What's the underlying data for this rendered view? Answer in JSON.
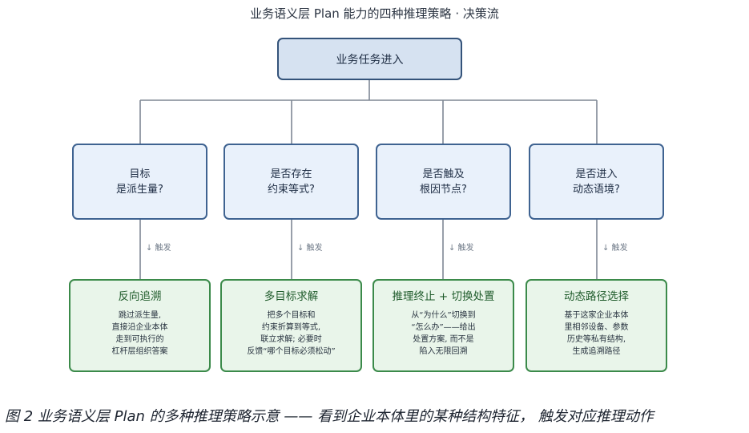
{
  "title": "业务语义层 Plan 能力的四种推理策略 · 决策流",
  "root": {
    "label": "业务任务进入"
  },
  "questions": [
    {
      "lines": [
        "目标",
        "是派生量?"
      ]
    },
    {
      "lines": [
        "是否存在",
        "约束等式?"
      ]
    },
    {
      "lines": [
        "是否触及",
        "根因节点?"
      ]
    },
    {
      "lines": [
        "是否进入",
        "动态语境?"
      ]
    }
  ],
  "trigger_label": "↓ 触发",
  "actions": [
    {
      "title": "反向追溯",
      "lines": [
        "跳过派生量,",
        "直接沿企业本体",
        "走到可执行的",
        "杠杆层组织答案"
      ]
    },
    {
      "title": "多目标求解",
      "lines": [
        "把多个目标和",
        "约束折算到等式,",
        "联立求解; 必要时",
        "反馈“哪个目标必须松动”"
      ]
    },
    {
      "title": "推理终止 + 切换处置",
      "lines": [
        "从“为什么”切换到",
        "“怎么办”——给出",
        "处置方案, 而不是",
        "陷入无限回溯"
      ]
    },
    {
      "title": "动态路径选择",
      "lines": [
        "基于这家企业本体",
        "里相邻设备、参数",
        "历史等私有结构,",
        "生成追溯路径"
      ]
    }
  ],
  "caption": "图 2 业务语义层 Plan 的多种推理策略示意 —— 看到企业本体里的某种结构特征， 触发对应推理动作",
  "colors": {
    "root_fill": "#d6e2f1",
    "root_border": "#34537a",
    "question_fill": "#e9f1fb",
    "question_border": "#3f6391",
    "action_fill": "#e9f5ea",
    "action_border": "#3b8a4a",
    "connector": "#7e8794"
  }
}
